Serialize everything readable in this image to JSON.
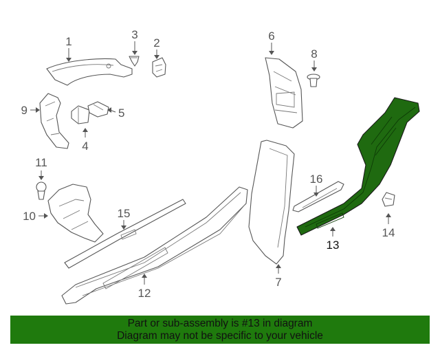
{
  "callouts": [
    {
      "id": "1",
      "label": "1"
    },
    {
      "id": "2",
      "label": "2"
    },
    {
      "id": "3",
      "label": "3"
    },
    {
      "id": "4",
      "label": "4"
    },
    {
      "id": "5",
      "label": "5"
    },
    {
      "id": "6",
      "label": "6"
    },
    {
      "id": "7",
      "label": "7"
    },
    {
      "id": "8",
      "label": "8"
    },
    {
      "id": "9",
      "label": "9"
    },
    {
      "id": "10",
      "label": "10"
    },
    {
      "id": "11",
      "label": "11"
    },
    {
      "id": "12",
      "label": "12"
    },
    {
      "id": "13",
      "label": "13"
    },
    {
      "id": "14",
      "label": "14"
    },
    {
      "id": "15",
      "label": "15"
    },
    {
      "id": "16",
      "label": "16"
    }
  ],
  "highlighted_part": "13",
  "banner": {
    "line1": "Part or sub-assembly is #13 in diagram",
    "line2": "Diagram may not be specific to your vehicle"
  },
  "colors": {
    "highlight": "#1f6a10",
    "banner": "#1f7a0d",
    "line": "#555555"
  }
}
